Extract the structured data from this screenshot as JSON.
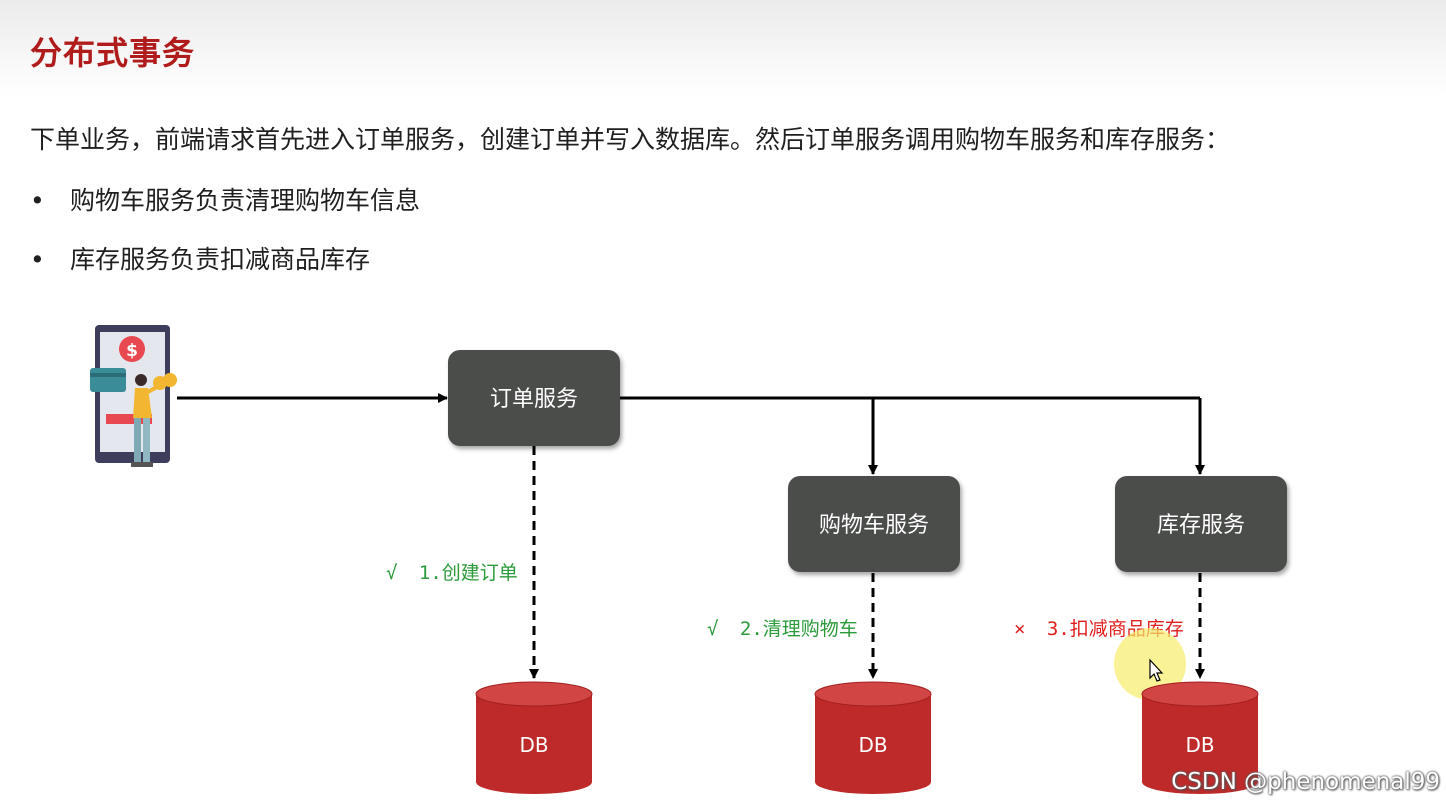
{
  "slide": {
    "title": "分布式事务",
    "intro": "下单业务，前端请求首先进入订单服务，创建订单并写入数据库。然后订单服务调用购物车服务和库存服务：",
    "bullets": [
      "购物车服务负责清理购物车信息",
      "库存服务负责扣减商品库存"
    ]
  },
  "diagram": {
    "client_icon": "mobile-payment-illustration",
    "services": {
      "order": "订单服务",
      "cart": "购物车服务",
      "inventory": "库存服务"
    },
    "db_label": "DB",
    "steps": {
      "order": {
        "mark": "√",
        "text": "1.创建订单",
        "status": "success"
      },
      "cart": {
        "mark": "√",
        "text": "2.清理购物车",
        "status": "success"
      },
      "inventory": {
        "mark": "×",
        "text": "3.扣减商品库存",
        "status": "failure"
      }
    }
  },
  "colors": {
    "title": "#b01b1b",
    "service_box": "#4b4e4c",
    "db": "#be2a2a",
    "success": "#2b9a3a",
    "failure": "#e01e1e"
  },
  "watermark": "CSDN @phenomenal99"
}
